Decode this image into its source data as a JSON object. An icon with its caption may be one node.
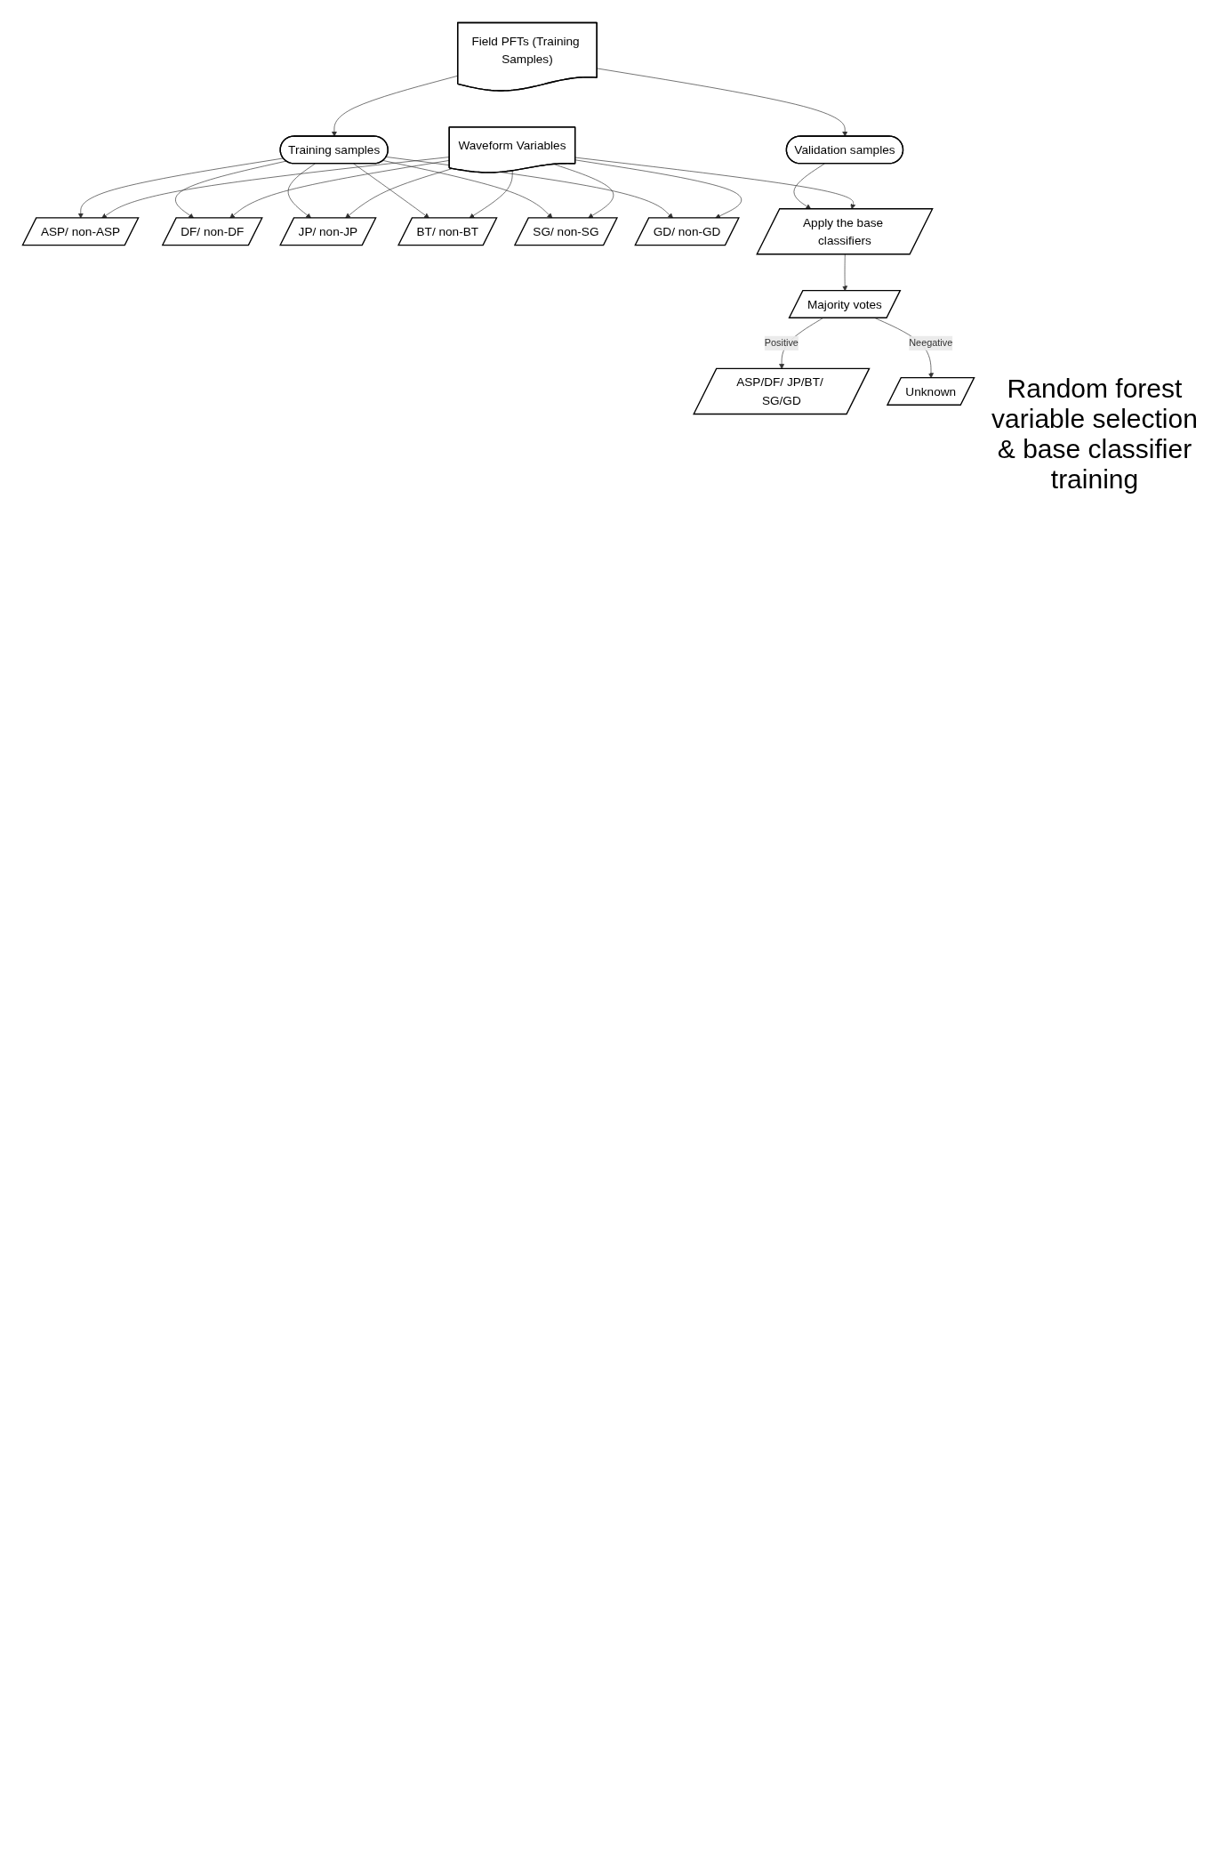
{
  "diagram": {
    "nodes": [
      {
        "text": [
          "Field PFTs (Training Samples)"
        ]
      },
      {
        "text": [
          "Waveform Variables"
        ]
      },
      {
        "text": [
          "Validation samples"
        ]
      },
      {
        "text": [
          "Training samples"
        ]
      },
      {
        "text": [
          "ASP/ non-ASP"
        ]
      },
      {
        "text": [
          "DF/ non-DF"
        ]
      },
      {
        "text": [
          "JP/ non-JP"
        ]
      },
      {
        "text": [
          "BT/ non-BT"
        ]
      },
      {
        "text": [
          "SG/ non-SG"
        ]
      },
      {
        "text": [
          "GD/ non-GD"
        ]
      },
      {
        "text": [
          "Apply the base classifiers"
        ]
      },
      {
        "text": [
          "Majority votes"
        ]
      },
      {
        "text": [
          "ASP/DF/ JP/BT/ SG/GD"
        ]
      },
      {
        "text": [
          "Unknown"
        ]
      }
    ],
    "edges": [
      {
        "from": 0,
        "to": 2,
        "arrow": "to"
      },
      {
        "from": 0,
        "to": 3,
        "arrow": "to"
      },
      {
        "from": 3,
        "to": 4,
        "arrow": "to"
      },
      {
        "from": 3,
        "to": 5,
        "arrow": "to"
      },
      {
        "from": 3,
        "to": 6,
        "arrow": "to"
      },
      {
        "from": 3,
        "to": 7,
        "arrow": "to"
      },
      {
        "from": 3,
        "to": 8,
        "arrow": "to"
      },
      {
        "from": 3,
        "to": 9,
        "arrow": "to"
      },
      {
        "from": 1,
        "to": 4,
        "arrow": "to"
      },
      {
        "from": 1,
        "to": 5,
        "arrow": "to"
      },
      {
        "from": 1,
        "to": 6,
        "arrow": "to"
      },
      {
        "from": 1,
        "to": 7,
        "arrow": "to"
      },
      {
        "from": 1,
        "to": 8,
        "arrow": "to"
      },
      {
        "from": 1,
        "to": 9,
        "arrow": "to"
      },
      {
        "from": 2,
        "to": 10,
        "arrow": "to"
      },
      {
        "from": 1,
        "to": 10,
        "arrow": "to"
      },
      {
        "from": 10,
        "to": 11,
        "arrow": "to"
      },
      {
        "from": 11,
        "to": 12,
        "label": "Positive",
        "arrow": "to"
      },
      {
        "from": 11,
        "to": 13,
        "label": "Neegative",
        "arrow": "to"
      }
    ],
    "labels": [
      "Random forest variable selection & base classifier training"
    ]
  }
}
